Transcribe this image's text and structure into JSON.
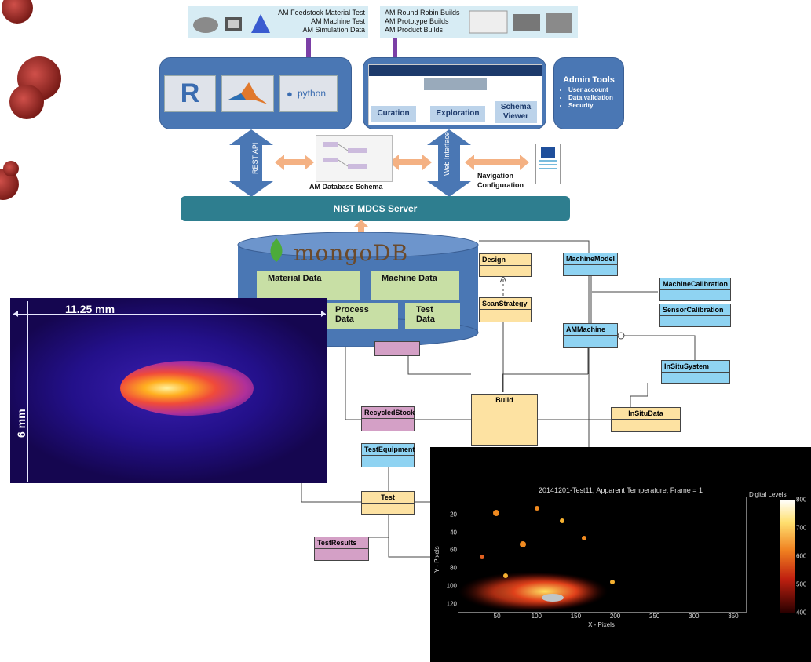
{
  "top_left_banner": {
    "lines": [
      "AM Feedstock Material Test",
      "AM Machine Test",
      "AM Simulation Data"
    ]
  },
  "top_right_banner": {
    "lines": [
      "AM Round Robin Builds",
      "AM Prototype Builds",
      "AM Product Builds"
    ]
  },
  "tools": {
    "r_label": "R",
    "python_label": "python"
  },
  "web_panel": {
    "curation": "Curation",
    "exploration": "Exploration",
    "schema_viewer": "Schema Viewer"
  },
  "admin": {
    "title": "Admin Tools",
    "items": [
      "User account",
      "Data validation",
      "Security"
    ]
  },
  "connectors": {
    "rest_api": "REST API",
    "web_interface": "Web Interface",
    "schema_label": "AM Database Schema",
    "navigation": "Navigation Configuration"
  },
  "server": {
    "label": "NIST MDCS Server"
  },
  "mongodb": {
    "logo": "mongoDB",
    "sections": [
      "Material Data",
      "Machine Data",
      "Process Data",
      "Test Data"
    ]
  },
  "uml": {
    "design": "Design",
    "scan_strategy": "ScanStrategy",
    "machine_model": "MachineModel",
    "machine_calibration": "MachineCalibration",
    "sensor_calibration": "SensorCalibration",
    "am_machine": "AMMachine",
    "in_situ_system": "InSituSystem",
    "in_situ_data": "InSituData",
    "build": "Build",
    "recycled_stock": "RecycledStock",
    "test_equipment": "TestEquipment",
    "test": "Test",
    "test_results": "TestResults"
  },
  "melt_pool": {
    "width_label": "11.25 mm",
    "height_label": "6 mm"
  },
  "thermal_chart": {
    "title": "20141201-Test11, Apparent Temperature,  Frame = 1",
    "x_label": "X - Pixels",
    "y_label": "Y - Pixels",
    "colorbar_label": "Digital Levels",
    "x_ticks": [
      "50",
      "100",
      "150",
      "200",
      "250",
      "300",
      "350"
    ],
    "y_ticks": [
      "20",
      "40",
      "60",
      "80",
      "100",
      "120"
    ],
    "cb_ticks": [
      "800",
      "700",
      "600",
      "500",
      "400"
    ]
  },
  "colors": {
    "panel_blue": "#4a77b4",
    "server_teal": "#2e7e8f",
    "arrow_orange": "#f4b183",
    "uml_blue": "#8fd3f2",
    "uml_yellow": "#fde2a2",
    "uml_purple": "#d4a0c6"
  }
}
